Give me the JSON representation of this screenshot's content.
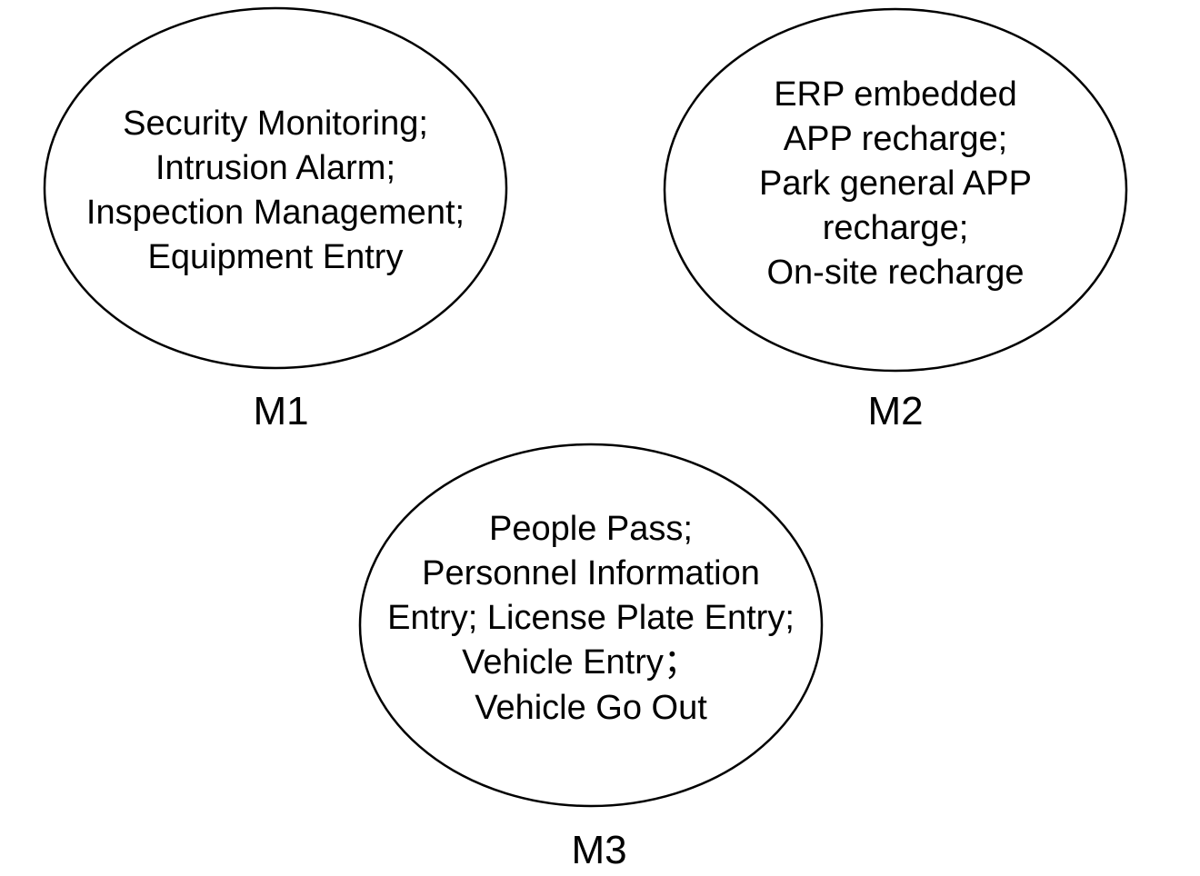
{
  "modules": [
    {
      "label": "M1",
      "lines": [
        "Security Monitoring;",
        "Intrusion Alarm;",
        "Inspection Management;",
        "Equipment Entry"
      ]
    },
    {
      "label": "M2",
      "lines": [
        "ERP embedded",
        "APP recharge;",
        "Park general APP",
        "recharge;",
        "On-site recharge"
      ]
    },
    {
      "label": "M3",
      "lines": [
        "People Pass;",
        "Personnel Information",
        "Entry; License Plate Entry;",
        "Vehicle Entry；",
        "Vehicle Go Out"
      ]
    }
  ],
  "colors": {
    "stroke": "#000000",
    "fill": "#ffffff",
    "text": "#000000"
  }
}
